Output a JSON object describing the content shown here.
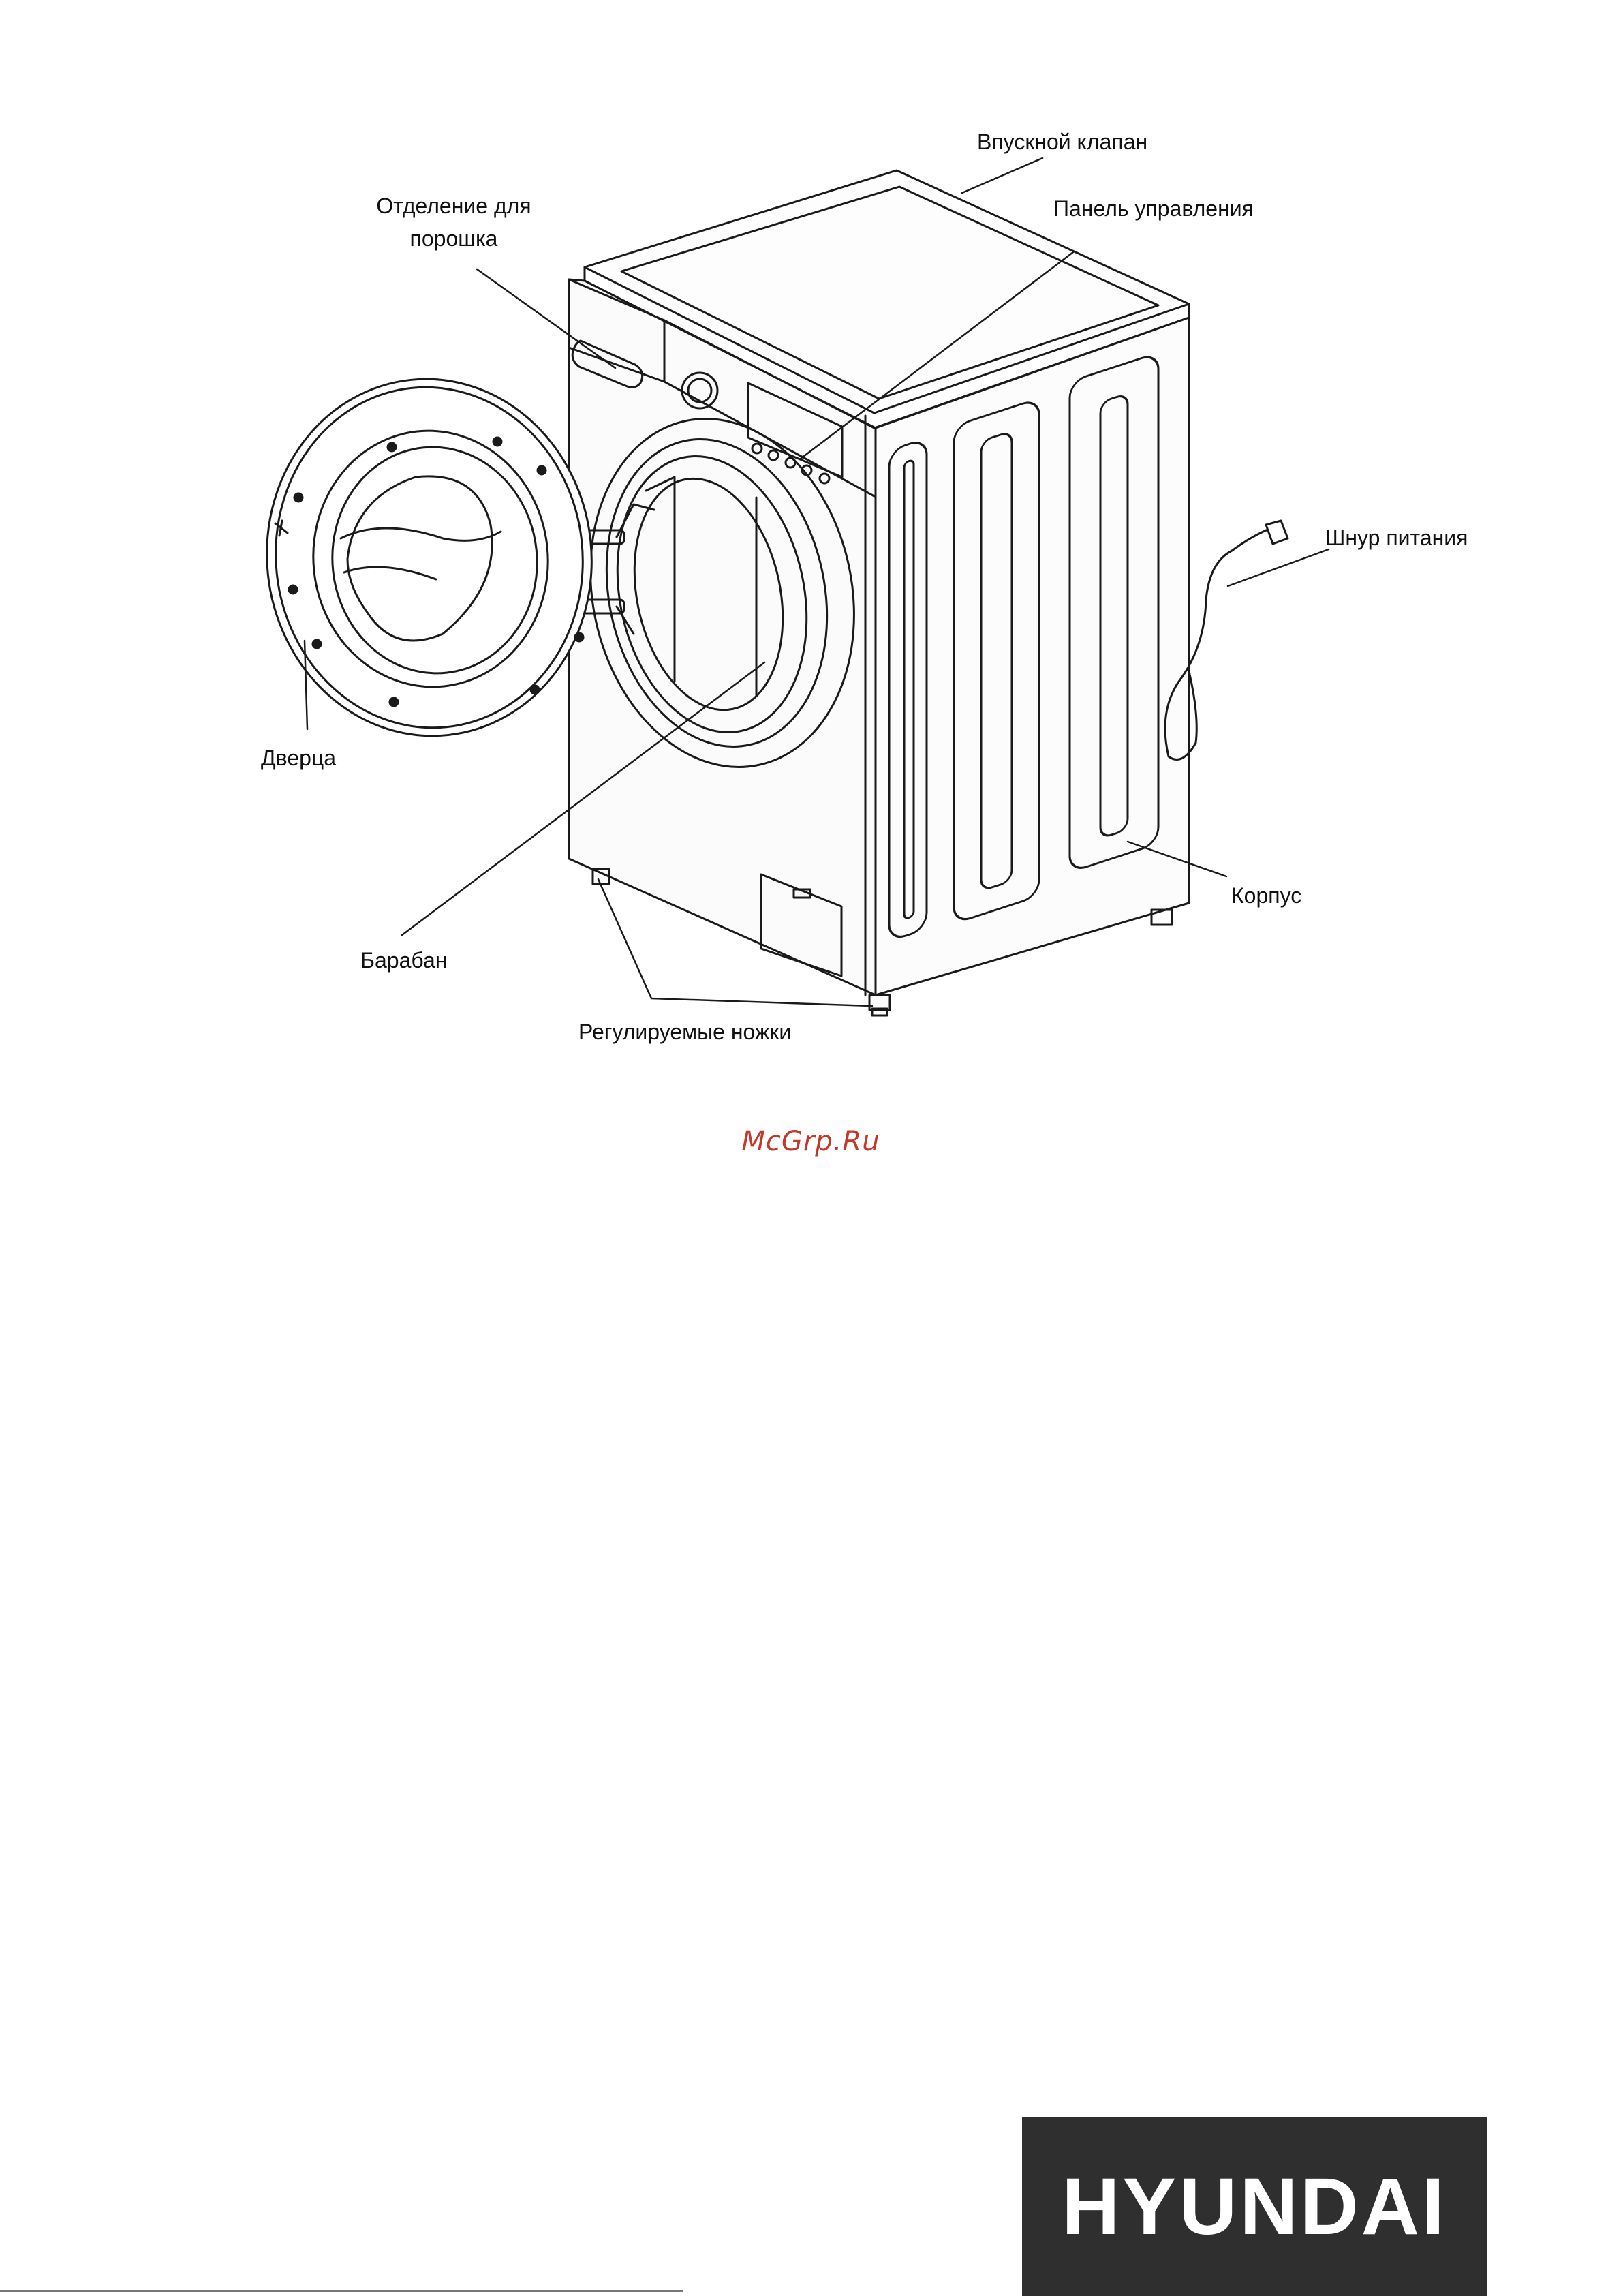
{
  "labels": {
    "inlet_valve": "Впускной клапан",
    "detergent_line1": "Отделение для",
    "detergent_line2": "порошка",
    "control_panel": "Панель управления",
    "power_cord": "Шнур питания",
    "door": "Дверца",
    "drum": "Барабан",
    "cabinet": "Корпус",
    "feet": "Регулируемые ножки"
  },
  "watermark": "McGrp.Ru",
  "brand": {
    "name": "HYUNDAI",
    "bg_color": "#2f2f2f",
    "text_color": "#ffffff"
  },
  "colors": {
    "line": "#1a1a1a",
    "watermark": "#c0392b"
  }
}
